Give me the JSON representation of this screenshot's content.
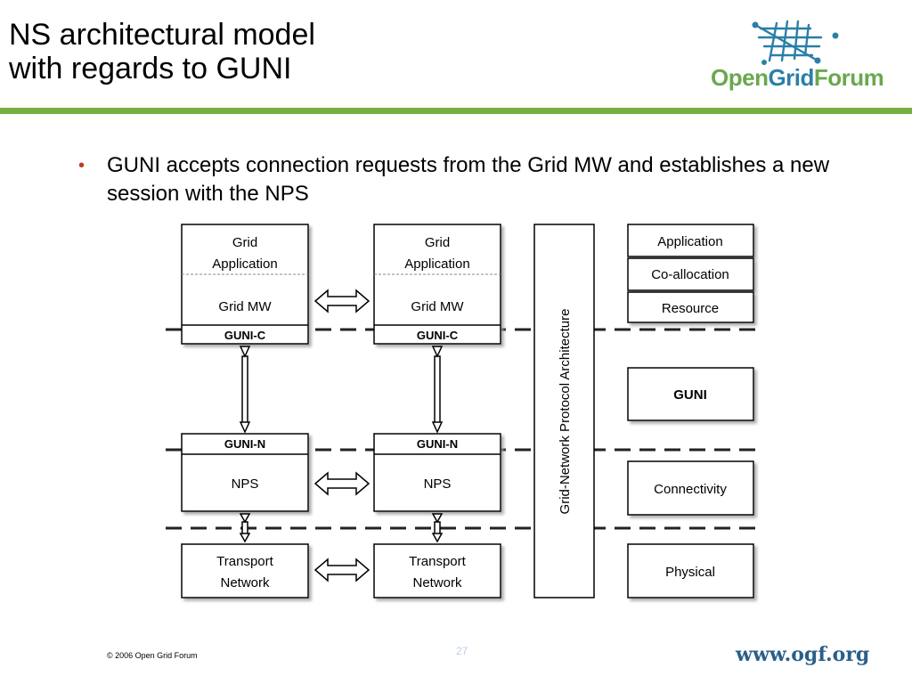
{
  "slide": {
    "title_line1": "NS architectural model",
    "title_line2": "with regards to GUNI",
    "bullet": "GUNI accepts connection requests from the Grid MW and establishes a new session with the NPS"
  },
  "logo": {
    "part1": "Open",
    "part2": "Grid",
    "part3": "Forum",
    "icon": "ogf-grid-logo-icon"
  },
  "diagram": {
    "left_stack": {
      "grid_app": "Grid",
      "grid_app2": "Application",
      "grid_mw": "Grid MW",
      "guni_c": "GUNI-C",
      "guni_n": "GUNI-N",
      "nps": "NPS",
      "transport1": "Transport",
      "transport2": "Network"
    },
    "right_stack": {
      "grid_app": "Grid",
      "grid_app2": "Application",
      "grid_mw": "Grid MW",
      "guni_c": "GUNI-C",
      "guni_n": "GUNI-N",
      "nps": "NPS",
      "transport1": "Transport",
      "transport2": "Network"
    },
    "vertical_label": "Grid-Network Protocol Architecture",
    "layers": {
      "application": "Application",
      "coallocation": "Co-allocation",
      "resource": "Resource",
      "guni": "GUNI",
      "connectivity": "Connectivity",
      "physical": "Physical"
    }
  },
  "footer": {
    "copyright": "© 2006 Open Grid Forum",
    "page": "27",
    "url": "www.ogf.org"
  }
}
